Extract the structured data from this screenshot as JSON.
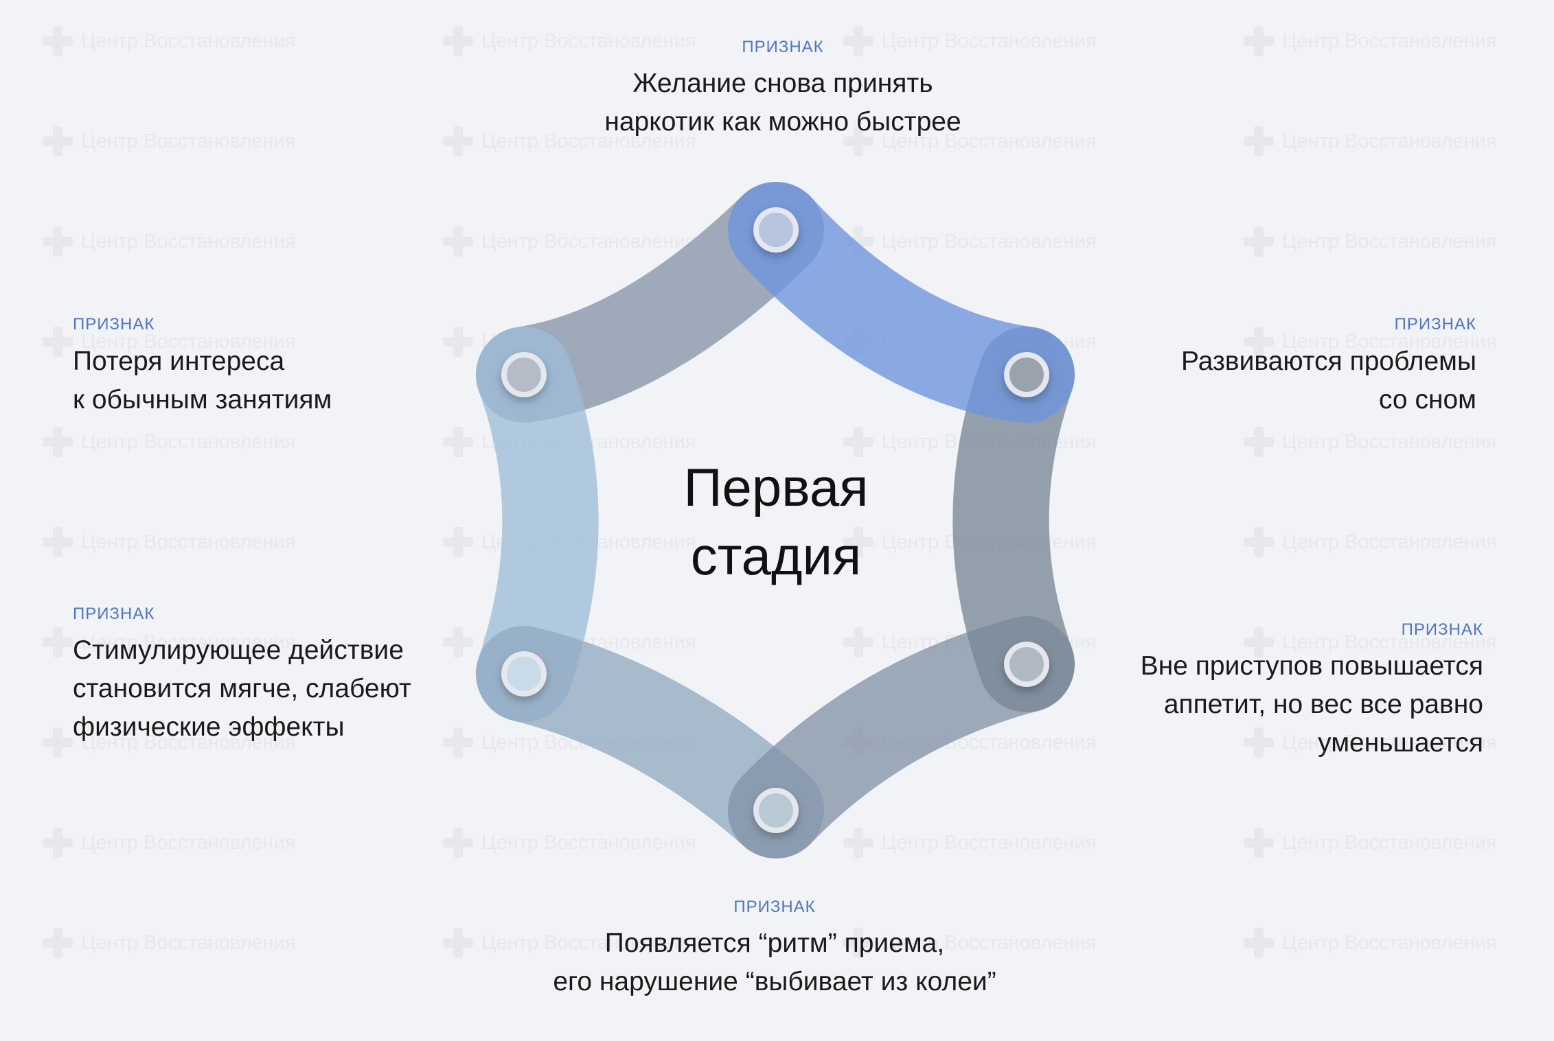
{
  "watermark": {
    "text": "Центр Восстановления",
    "icon": "cross-logo-icon"
  },
  "center": {
    "line1": "Первая",
    "line2": "стадия"
  },
  "signs": {
    "top": {
      "label": "ПРИЗНАК",
      "text": "Желание снова принять\nнаркотик как можно быстрее"
    },
    "upper_right": {
      "label": "ПРИЗНАК",
      "text": "Развиваются проблемы\nсо сном"
    },
    "lower_right": {
      "label": "ПРИЗНАК",
      "text": "Вне приступов повышается\nаппетит, но вес все равно\nуменьшается"
    },
    "bottom": {
      "label": "ПРИЗНАК",
      "text": "Появляется “ритм” приема,\nего нарушение “выбивает из колеи”"
    },
    "lower_left": {
      "label": "ПРИЗНАК",
      "text": "Стимулирующее действие\nстановится мягче, слабеют\nфизические эффекты"
    },
    "upper_left": {
      "label": "ПРИЗНАК",
      "text": "Потеря интереса\nк обычным занятиям"
    }
  },
  "colors": {
    "accent_label": "#4f74c4",
    "segment_top_right": "#6d93de",
    "segment_top_left": "#8795a8",
    "segment_right": "#798796",
    "segment_bottom_right": "#8493a8",
    "segment_bottom_left": "#92abc2",
    "segment_left": "#9dbdd8"
  }
}
